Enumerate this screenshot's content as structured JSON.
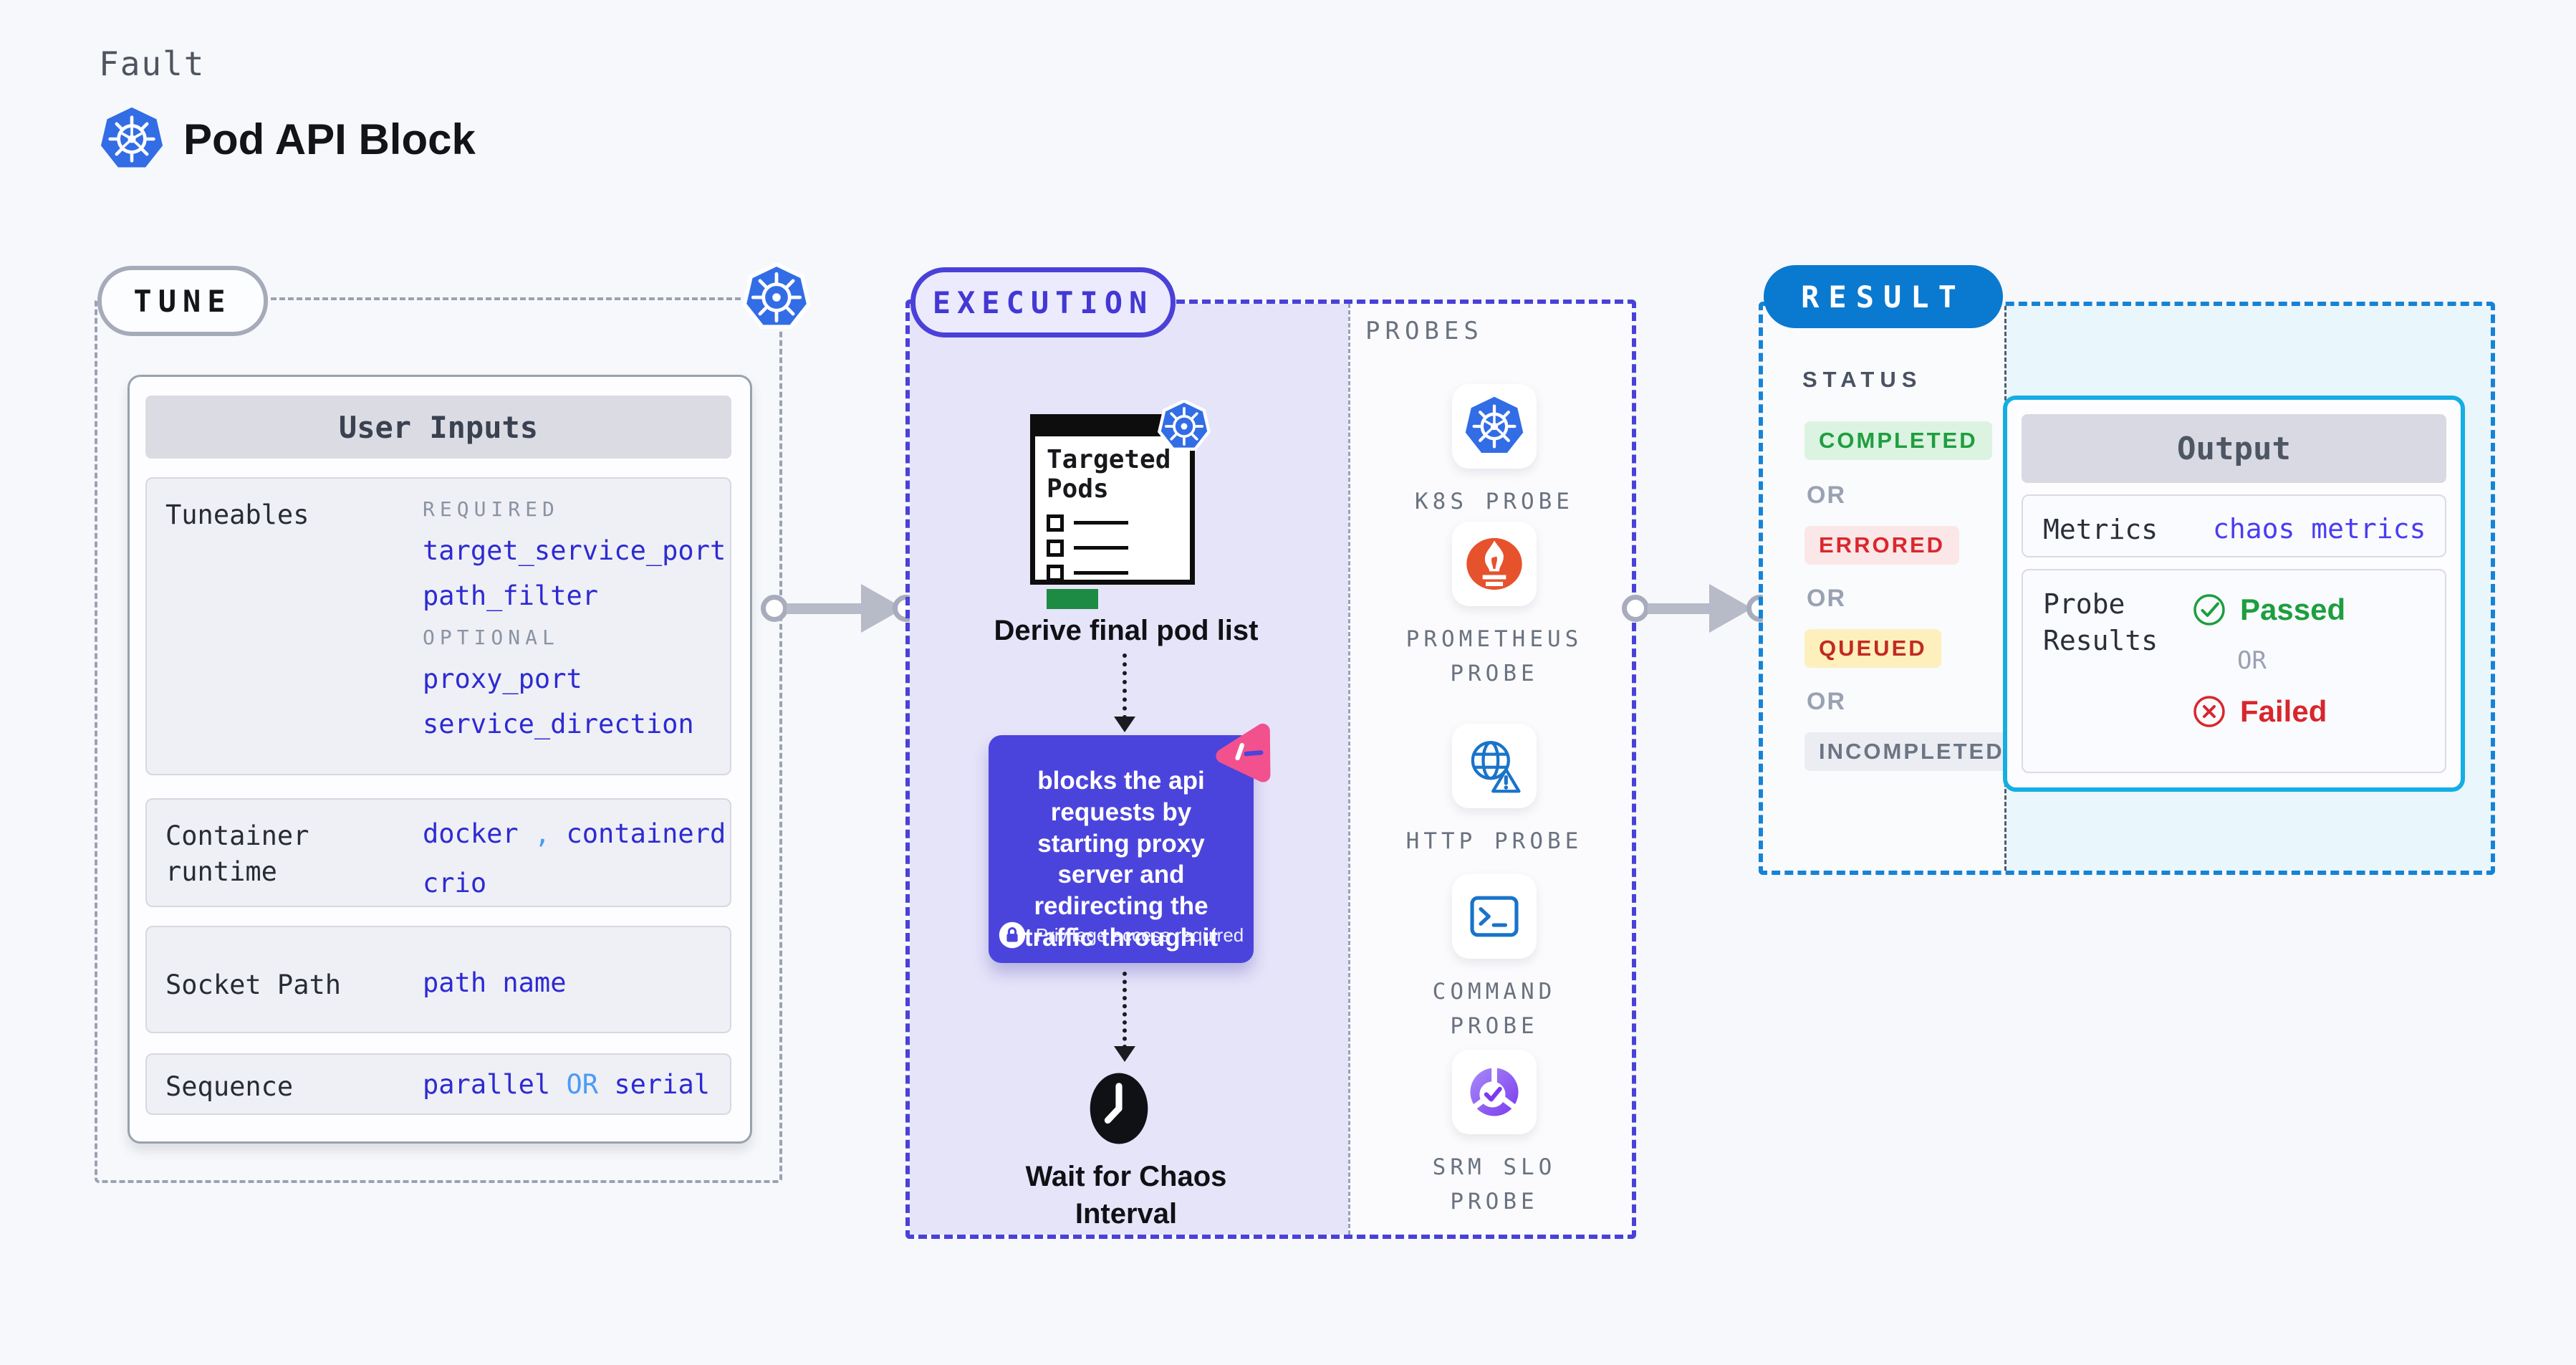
{
  "header": {
    "eyebrow": "Fault",
    "title": "Pod API Block"
  },
  "tune": {
    "badge": "TUNE",
    "card_title": "User Inputs",
    "rows": [
      {
        "label": "Tuneables",
        "required_label": "REQUIRED",
        "required": [
          "target_service_port",
          "path_filter"
        ],
        "optional_label": "OPTIONAL",
        "optional": [
          "proxy_port",
          "service_direction"
        ]
      },
      {
        "label": "Container runtime",
        "values": [
          "docker",
          "containerd",
          "crio"
        ],
        "separator": ","
      },
      {
        "label": "Socket Path",
        "value": "path name"
      },
      {
        "label": "Sequence",
        "value_left": "parallel",
        "connector": "OR",
        "value_right": "serial"
      }
    ]
  },
  "execution": {
    "badge": "EXECUTION",
    "pod_box": {
      "title": "Targeted Pods"
    },
    "derive_label": "Derive final pod list",
    "action_box": {
      "text": "blocks the api requests by starting proxy server and redirecting the traffic through it",
      "note": "Privilege access required"
    },
    "wait_label": "Wait for Chaos Interval"
  },
  "probes": {
    "title": "PROBES",
    "items": [
      {
        "label": "K8S PROBE",
        "icon": "kubernetes-icon"
      },
      {
        "label": "PROMETHEUS PROBE",
        "icon": "prometheus-icon"
      },
      {
        "label": "HTTP PROBE",
        "icon": "http-globe-icon"
      },
      {
        "label": "COMMAND PROBE",
        "icon": "terminal-icon"
      },
      {
        "label": "SRM SLO PROBE",
        "icon": "slo-pie-icon"
      }
    ]
  },
  "result": {
    "badge": "RESULT",
    "status_title": "STATUS",
    "or_label": "OR",
    "statuses": [
      {
        "label": "COMPLETED",
        "text_color": "#1e9e3f",
        "bg_color": "#dcf3e1"
      },
      {
        "label": "ERRORED",
        "text_color": "#d9282e",
        "bg_color": "#fbe7e7"
      },
      {
        "label": "QUEUED",
        "text_color": "#c22a1f",
        "bg_color": "#fdf0bd"
      },
      {
        "label": "INCOMPLETED",
        "text_color": "#6c7584",
        "bg_color": "#ebedf2"
      }
    ],
    "output": {
      "title": "Output",
      "metrics_label": "Metrics",
      "metrics_value": "chaos metrics",
      "probe_results_label": "Probe Results",
      "passed_label": "Passed",
      "or_label": "OR",
      "failed_label": "Failed"
    }
  },
  "colors": {
    "page_bg": "#f7f8fb",
    "indigo_accent": "#4a41d8",
    "indigo_box": "#4b44dc",
    "lavender_panel": "#e6e4f9",
    "value_blue": "#2e2ad2",
    "light_blue": "#4b9bf5",
    "result_blue": "#0a79d0",
    "cyan_border": "#14aee4",
    "green": "#1d9e3f",
    "red": "#d8262c",
    "kubernetes_blue": "#326de6",
    "prometheus_orange": "#e6522c",
    "litmus_pink": "#f2518e",
    "srm_purple": "#8b5cf6",
    "pod_green_bar": "#1e8b45"
  }
}
